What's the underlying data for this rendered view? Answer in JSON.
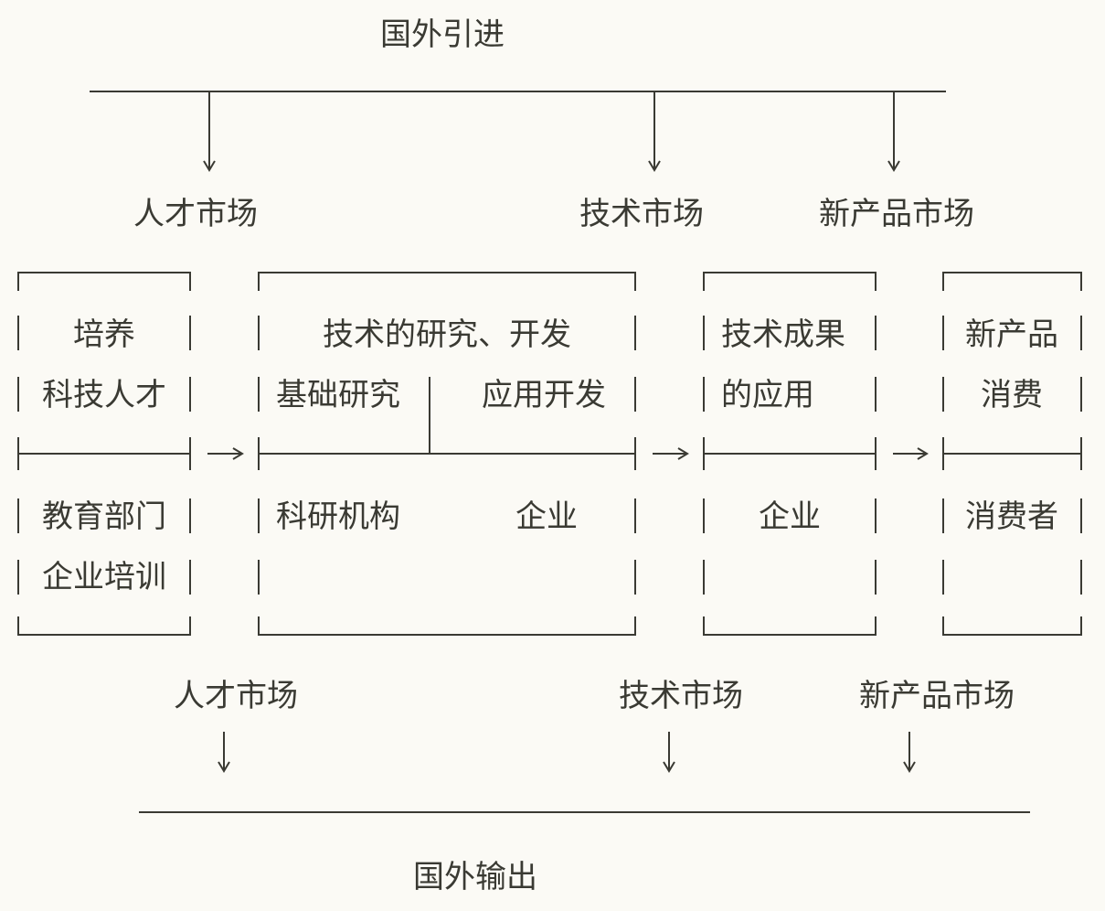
{
  "top": {
    "title": "国外引进",
    "markets": [
      "人才市场",
      "技术市场",
      "新产品市场"
    ]
  },
  "bottom": {
    "title": "国外输出",
    "markets": [
      "人才市场",
      "技术市场",
      "新产品市场"
    ]
  },
  "boxes": [
    {
      "upper": [
        "培养",
        "科技人才"
      ],
      "lower": [
        "教育部门",
        "企业培训"
      ]
    },
    {
      "upper_title": "技术的研究、开发",
      "upper_left": "基础研究",
      "upper_right": "应用开发",
      "lower_left": "科研机构",
      "lower_right": "企业"
    },
    {
      "upper": [
        "技术成果",
        "的应用"
      ],
      "lower": [
        "企业"
      ]
    },
    {
      "upper": [
        "新产品",
        "消费"
      ],
      "lower": [
        "消费者"
      ]
    }
  ]
}
